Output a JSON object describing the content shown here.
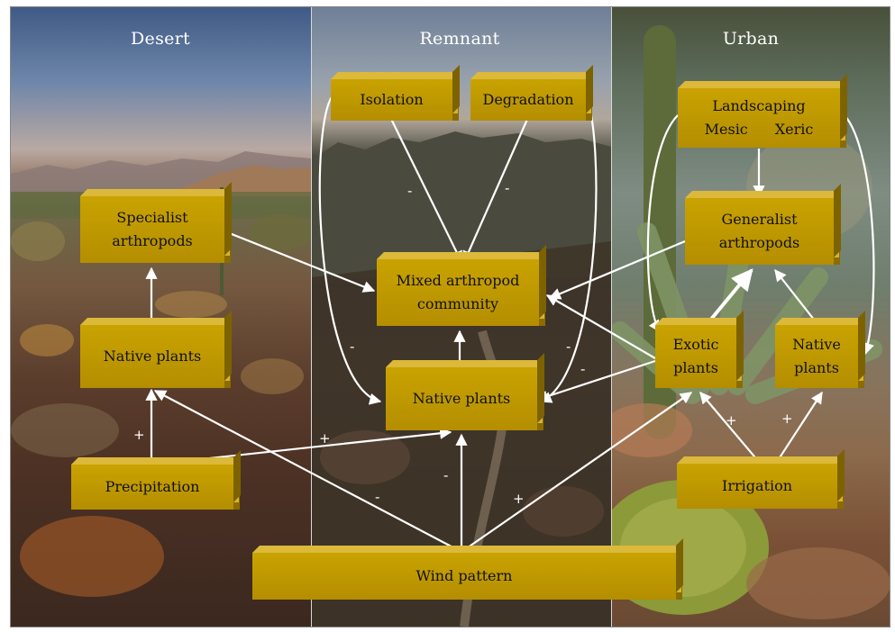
{
  "panels": {
    "desert": "Desert",
    "remnant": "Remnant",
    "urban": "Urban"
  },
  "nodes": {
    "specialist": [
      "Specialist",
      "arthropods"
    ],
    "native_desert": "Native plants",
    "precipitation": "Precipitation",
    "isolation": "Isolation",
    "degradation": "Degradation",
    "mixed": [
      "Mixed arthropod",
      "community"
    ],
    "native_remnant": "Native plants",
    "landscaping": "Landscaping",
    "mesic": "Mesic",
    "xeric": "Xeric",
    "generalist": [
      "Generalist",
      "arthropods"
    ],
    "exotic": [
      "Exotic",
      "plants"
    ],
    "native_urban": [
      "Native",
      "plants"
    ],
    "irrigation": "Irrigation",
    "wind": "Wind pattern"
  },
  "signs": {
    "iso_minus": "-",
    "deg_minus": "-",
    "iso_loop_minus": "-",
    "deg_loop_minus": "-",
    "deg_loop_minus2": "-",
    "precip_plus": "+",
    "precip_remnant_plus": "+",
    "wind_native_minus": "-",
    "wind_desert_minus": "-",
    "wind_exotic_plus": "+",
    "irr_exotic_plus": "+",
    "irr_native_plus": "+"
  }
}
